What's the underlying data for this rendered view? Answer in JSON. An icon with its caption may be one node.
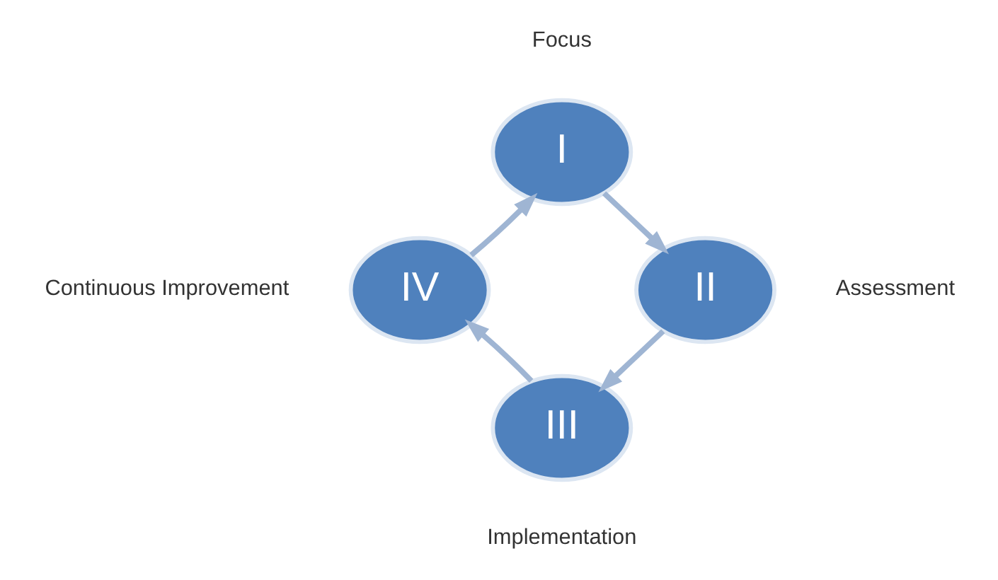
{
  "diagram": {
    "nodes": [
      {
        "text": [
          "I"
        ],
        "beside": [
          "Focus"
        ]
      },
      {
        "text": [
          "II"
        ],
        "beside": [
          "Assessment"
        ]
      },
      {
        "text": [
          "III"
        ],
        "beside": [
          "Implementation"
        ]
      },
      {
        "text": [
          "IV"
        ],
        "beside": [
          "Continuous Improvement"
        ]
      }
    ],
    "edges": [
      {
        "from": 0,
        "to": 1,
        "arrow": "to"
      },
      {
        "from": 1,
        "to": 2,
        "arrow": "to"
      },
      {
        "from": 2,
        "to": 3,
        "arrow": "to"
      },
      {
        "from": 3,
        "to": 0,
        "arrow": "to"
      }
    ]
  }
}
